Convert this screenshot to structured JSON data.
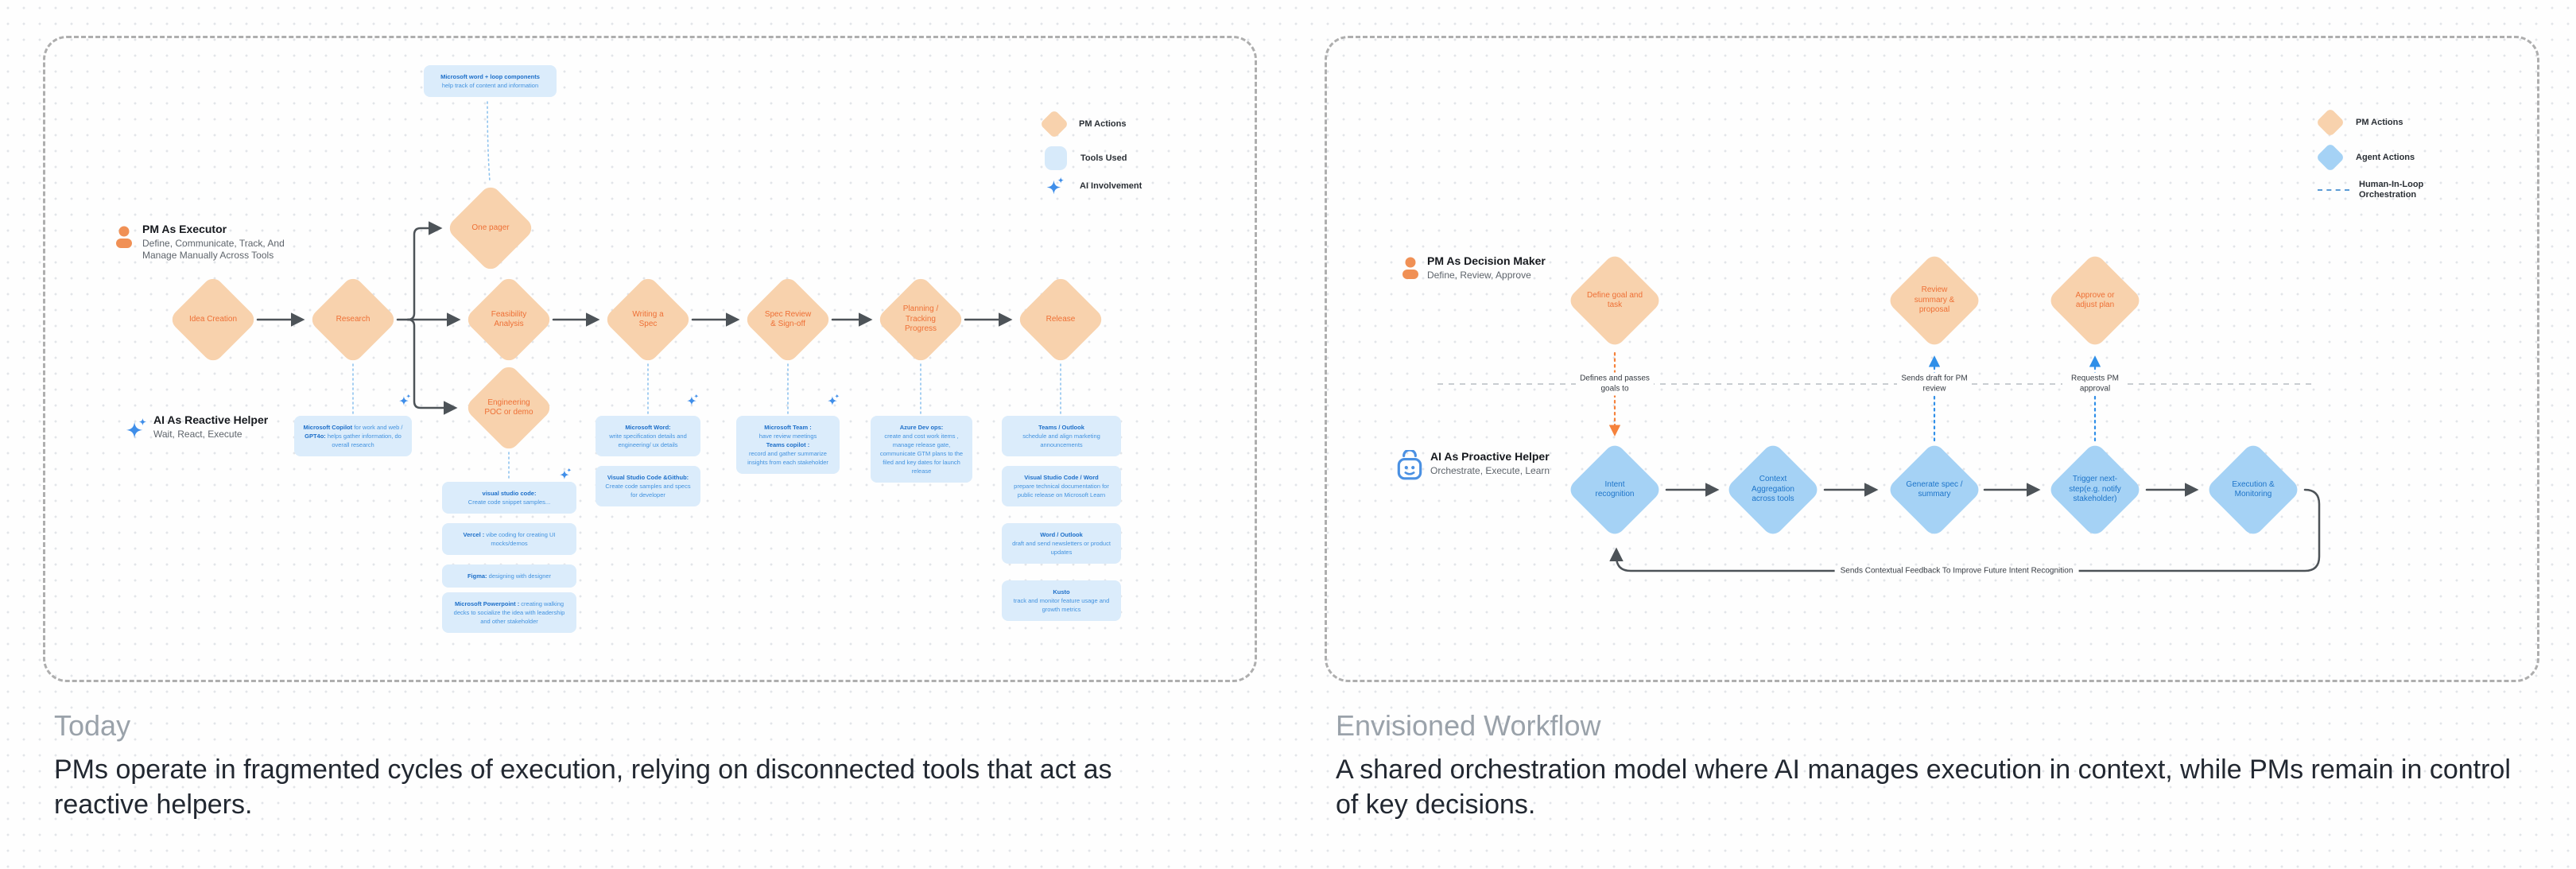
{
  "left": {
    "legend": {
      "pm": "PM Actions",
      "tools": "Tools Used",
      "ai": "AI Involvement"
    },
    "actor_pm": {
      "title": "PM As Executor",
      "subtitle": "Define, Communicate, Track, And Manage Manually Across Tools"
    },
    "actor_ai": {
      "title": "AI As Reactive Helper",
      "subtitle": "Wait, React, Execute"
    },
    "flow": {
      "idea": "Idea Creation",
      "research": "Research",
      "feasibility": "Feasibility Analysis",
      "one_pager": "One pager",
      "engineering": "Engineering POC or demo",
      "writing": "Writing a Spec",
      "review": "Spec Review & Sign-off",
      "planning": "Planning / Tracking Progress",
      "release": "Release"
    },
    "notes": {
      "one_pager": {
        "b1": "Microsoft word + loop components",
        "t1": "help track of content and information"
      },
      "research": {
        "b1": "Microsoft Copilot",
        "t1": " for work and web / ",
        "b2": "GPT4o:",
        "t2": " helps gather information, do overall research"
      },
      "vsc": {
        "b1": "visual studio code:",
        "t1": "Create code snippet samples..."
      },
      "vercel": {
        "b1": "Vercel :",
        "t1": " vibe coding for creating UI mocks/demos"
      },
      "figma": {
        "b1": "Figma:",
        "t1": " designing with designer"
      },
      "ppt": {
        "b1": "Microsoft Powerpoint :",
        "t1": " creating walking decks to socialize the idea with leadership and other stakeholder"
      },
      "word": {
        "b1": "Microsoft Word:",
        "t1": "write specification details and engineering/ ux details"
      },
      "vsc_github": {
        "b1": "Visual Studio Code &Github:",
        "t1": "Create code samples and specs for developer"
      },
      "team": {
        "b1": "Microsoft Team :",
        "t1": "have review meetings",
        "b2": "Teams copilot :",
        "t2": "record and gather summarize insights from each stakeholder"
      },
      "ado": {
        "b1": "Azure Dev ops:",
        "t1": "create and cost work items , manage release gate, communicate GTM plans to the filed and key dates for launch release"
      },
      "teams_outlook": {
        "b1": "Teams / Outlook",
        "t1": "schedule and align marketing announcements"
      },
      "vsc_word": {
        "b1": "Visual Studio Code / Word",
        "t1": "prepare technical documentation for public release on Microsoft Learn"
      },
      "word_outlook": {
        "b1": "Word / Outlook",
        "t1": "draft and send newsletters or product updates"
      },
      "kusto": {
        "b1": "Kusto",
        "t1": "track and monitor feature usage and growth metrics"
      }
    },
    "caption": {
      "title": "Today",
      "body": "PMs operate in fragmented cycles of execution, relying on disconnected tools that act as reactive helpers."
    }
  },
  "right": {
    "legend": {
      "pm": "PM Actions",
      "agent": "Agent Actions",
      "hil": "Human-In-Loop Orchestration"
    },
    "actor_pm": {
      "title": "PM As Decision Maker",
      "subtitle": "Define, Review, Approve"
    },
    "actor_ai": {
      "title": "AI As Proactive Helper",
      "subtitle": "Orchestrate, Execute, Learn"
    },
    "pm_flow": {
      "define": "Define goal and task",
      "review": "Review summary & proposal",
      "approve": "Approve or adjust plan"
    },
    "agent_flow": {
      "intent": "Intent recognition",
      "context": "Context Aggregation across tools",
      "generate": "Generate spec / summary",
      "trigger": "Trigger next-step(e.g. notify stakeholder)",
      "execution": "Execution & Monitoring"
    },
    "edge_labels": {
      "defines": "Defines and passes goals to",
      "sends": "Sends draft for PM review",
      "requests": "Requests PM approval",
      "feedback": "Sends Contextual Feedback To Improve Future Intent Recognition"
    },
    "caption": {
      "title": "Envisioned Workflow",
      "body": "A shared orchestration model where AI manages execution in context, while PMs remain in control of key decisions."
    }
  }
}
